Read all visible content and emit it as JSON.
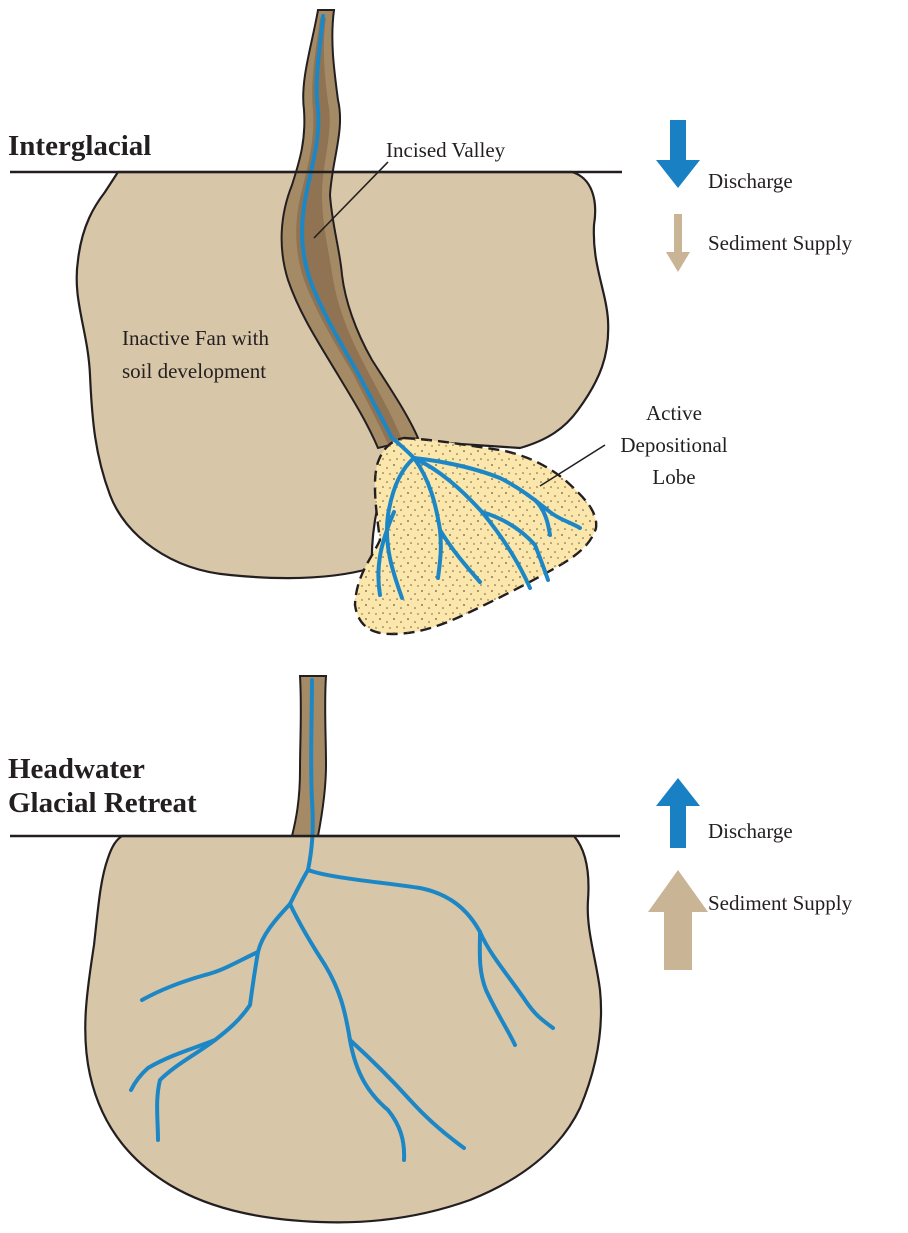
{
  "colors": {
    "fan": "#d8c6a8",
    "valley_outer": "#a58a66",
    "valley_inner": "#8f7352",
    "lobe": "#fbe6ab",
    "river": "#1d87c6",
    "sediment_arrow": "#c9b495",
    "discharge_arrow": "#1a80c4",
    "outline": "#231f20"
  },
  "top_panel": {
    "title": "Interglacial",
    "incised_valley_label": "Incised Valley",
    "inactive_fan_label_line1": "Inactive Fan with",
    "inactive_fan_label_line2": "soil development",
    "lobe_label_line1": "Active",
    "lobe_label_line2": "Depositional",
    "lobe_label_line3": "Lobe",
    "discharge_label": "Discharge",
    "discharge_trend": "decrease",
    "sediment_label": "Sediment Supply",
    "sediment_trend": "decrease"
  },
  "bottom_panel": {
    "title_line1": "Headwater",
    "title_line2": "Glacial Retreat",
    "discharge_label": "Discharge",
    "discharge_trend": "increase",
    "sediment_label": "Sediment Supply",
    "sediment_trend": "increase"
  }
}
